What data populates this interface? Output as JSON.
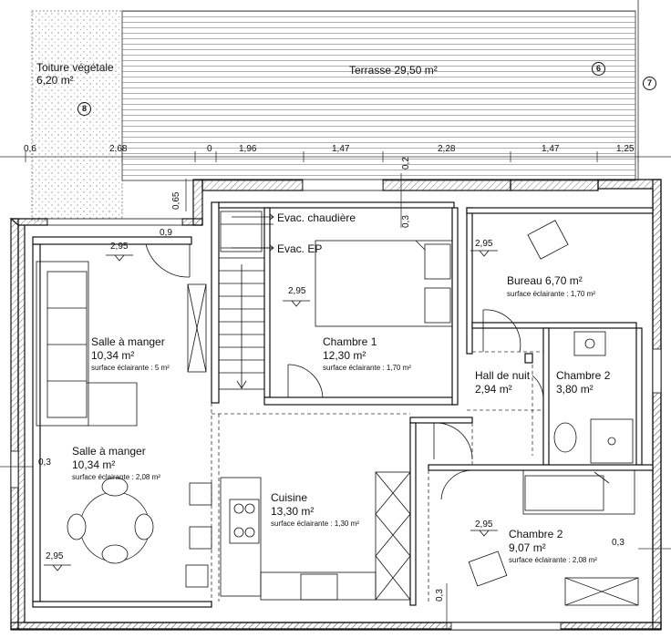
{
  "markers": {
    "m6": "6",
    "m7": "7",
    "m8": "8"
  },
  "roof": {
    "name": "Toiture végétale",
    "area": "6,20 m²"
  },
  "terrace": {
    "label": "Terrasse 29,50 m²"
  },
  "dims_top": [
    "0,6",
    "2,68",
    "0",
    "1,96",
    "1,47",
    "2,28",
    "1,47",
    "1,25"
  ],
  "dims": {
    "v_065": "0,65",
    "v_02": "0,2",
    "v_03_top": "0,3",
    "v_03_bottom": "0,3",
    "h_09": "0,9",
    "left_03": "0,3",
    "right_03": "0,3"
  },
  "levels": [
    "2,95",
    "2,95",
    "2,95",
    "2,95",
    "2,95"
  ],
  "evac": {
    "boiler": "Evac. chaudière",
    "ep": "Evac. EP"
  },
  "rooms": {
    "salle1": {
      "name": "Salle à manger",
      "area": "10,34 m²",
      "light": "surface éclairante : 5 m²"
    },
    "salle2": {
      "name": "Salle à manger",
      "area": "10,34 m²",
      "light": "surface éclairante : 2,08 m²"
    },
    "ch1": {
      "name": "Chambre 1",
      "area": "12,30 m²",
      "light": "surface éclairante : 1,70 m²"
    },
    "bureau": {
      "name": "Bureau 6,70 m²",
      "light": "surface éclairante : 1,70 m²"
    },
    "hall": {
      "name": "Hall de nuit",
      "area": "2,94 m²"
    },
    "ch2a": {
      "name": "Chambre 2",
      "area": "3,80 m²"
    },
    "cuisine": {
      "name": "Cuisine",
      "area": "13,30 m²",
      "light": "surface éclairante : 1,30 m²"
    },
    "ch2b": {
      "name": "Chambre 2",
      "area": "9,07 m²",
      "light": "surface éclairante : 2,08 m²"
    }
  }
}
